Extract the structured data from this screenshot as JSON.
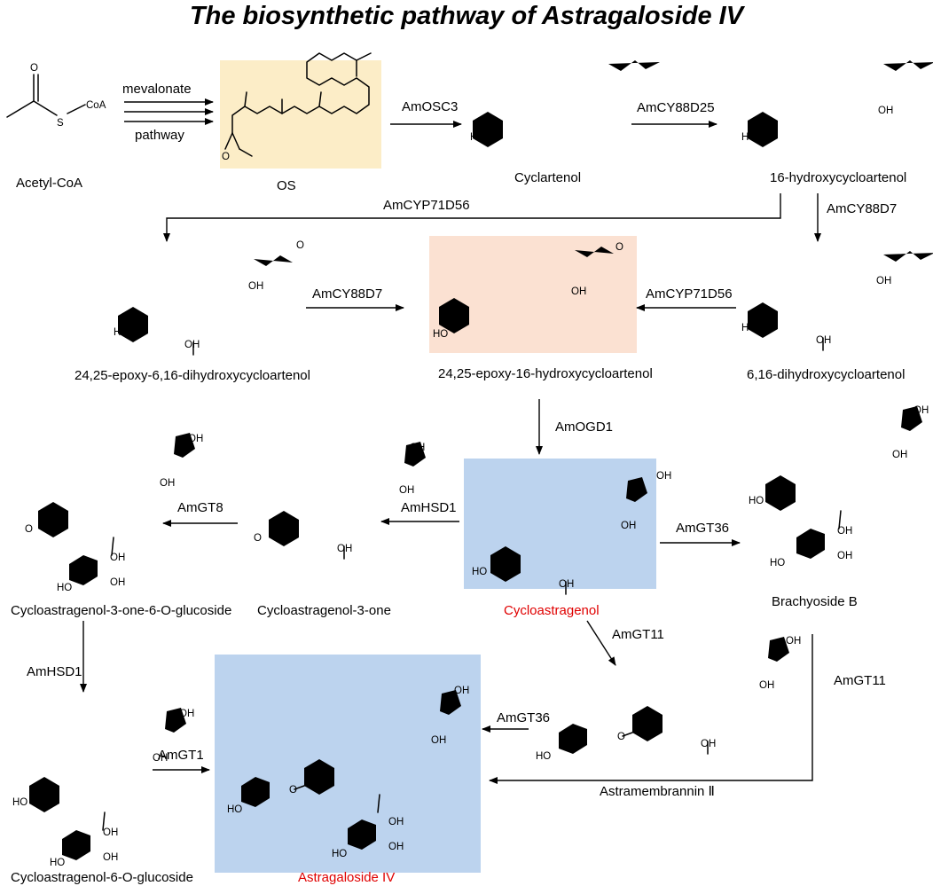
{
  "title": "The biosynthetic pathway of Astragaloside IV",
  "colors": {
    "os_highlight": "#fcedc7",
    "epoxy_highlight": "#fbe1d2",
    "cycloastragenol_highlight": "#bcd3ee",
    "astragaloside_highlight": "#bcd3ee",
    "highlight_label": "#e00000"
  },
  "compounds": {
    "acetyl_coa": "Acetyl-CoA",
    "os": "OS",
    "cyclartenol": "Cyclartenol",
    "hydroxy16": "16-hydroxycycloartenol",
    "epoxy_dihydroxy": "24,25-epoxy-6,16-dihydroxycycloartenol",
    "epoxy_hydroxy": "24,25-epoxy-16-hydroxycycloartenol",
    "dihydroxy": "6,16-dihydroxycycloartenol",
    "ca_one_glc": "Cycloastragenol-3-one-6-O-glucoside",
    "ca_one": "Cycloastragenol-3-one",
    "cycloastragenol": "Cycloastragenol",
    "brachyoside": "Brachyoside B",
    "astramembrannin": "Astramembrannin Ⅱ",
    "ca_glc": "Cycloastragenol-6-O-glucoside",
    "astragaloside": "Astragaloside IV"
  },
  "enzymes": {
    "mevalonate": "mevalonate",
    "pathway": "pathway",
    "amosc3": "AmOSC3",
    "amcy88d25": "AmCY88D25",
    "amcyp71d56_top": "AmCYP71D56",
    "amcy88d7_right": "AmCY88D7",
    "amcy88d7_mid": "AmCY88D7",
    "amcyp71d56_mid": "AmCYP71D56",
    "amogd1": "AmOGD1",
    "amgt8": "AmGT8",
    "amhsd1_mid": "AmHSD1",
    "amgt36_right": "AmGT36",
    "amgt11_mid": "AmGT11",
    "amgt11_right": "AmGT11",
    "amhsd1_left": "AmHSD1",
    "amgt36_bottom": "AmGT36",
    "amgt1": "AmGT1"
  },
  "atoms": {
    "coa": "CoA",
    "o": "O",
    "s": "S",
    "ho": "HO",
    "oh": "OH",
    "h": "H"
  }
}
